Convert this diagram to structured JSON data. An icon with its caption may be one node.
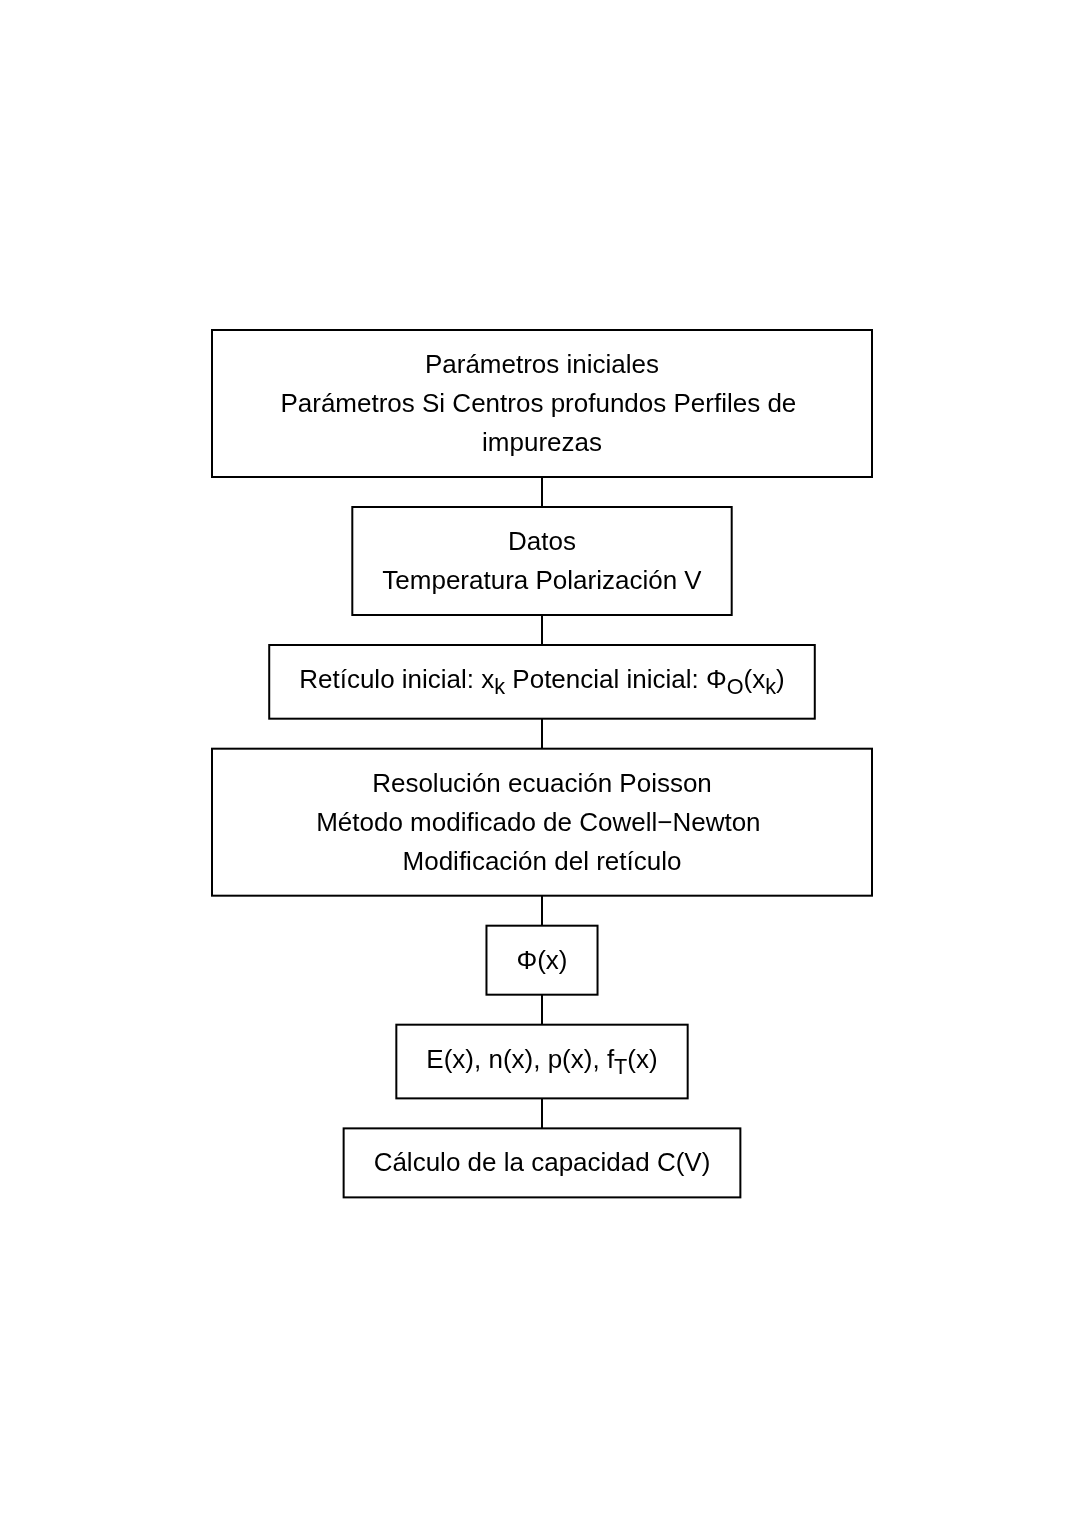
{
  "diagram": {
    "nodes": [
      {
        "text": [
          "Parámetros iniciales",
          "Parámetros Si Centros profundos Perfiles de impurezas"
        ]
      },
      {
        "text": [
          "Datos",
          "Temperatura Polarización V"
        ]
      },
      {
        "text": [
          "Retículo inicial: x$_{k}$ Potencial inicial: Φ$_{O}$(x$_{k}$)"
        ]
      },
      {
        "text": [
          "Resolución ecuación Poisson",
          "Método modificado de Cowell−Newton Modificación del retículo"
        ]
      },
      {
        "text": [
          "Φ(x)"
        ]
      },
      {
        "text": [
          "E(x), n(x), p(x), f$_{T}$(x)"
        ]
      },
      {
        "text": [
          "Cálculo de la capacidad C(V)"
        ]
      }
    ],
    "edges": [
      {
        "from": 0,
        "to": 1,
        "arrow": "none"
      },
      {
        "from": 1,
        "to": 2,
        "arrow": "none"
      },
      {
        "from": 2,
        "to": 3,
        "arrow": "none"
      },
      {
        "from": 3,
        "to": 4,
        "arrow": "none"
      },
      {
        "from": 4,
        "to": 5,
        "arrow": "none"
      },
      {
        "from": 5,
        "to": 6,
        "arrow": "none"
      }
    ]
  }
}
